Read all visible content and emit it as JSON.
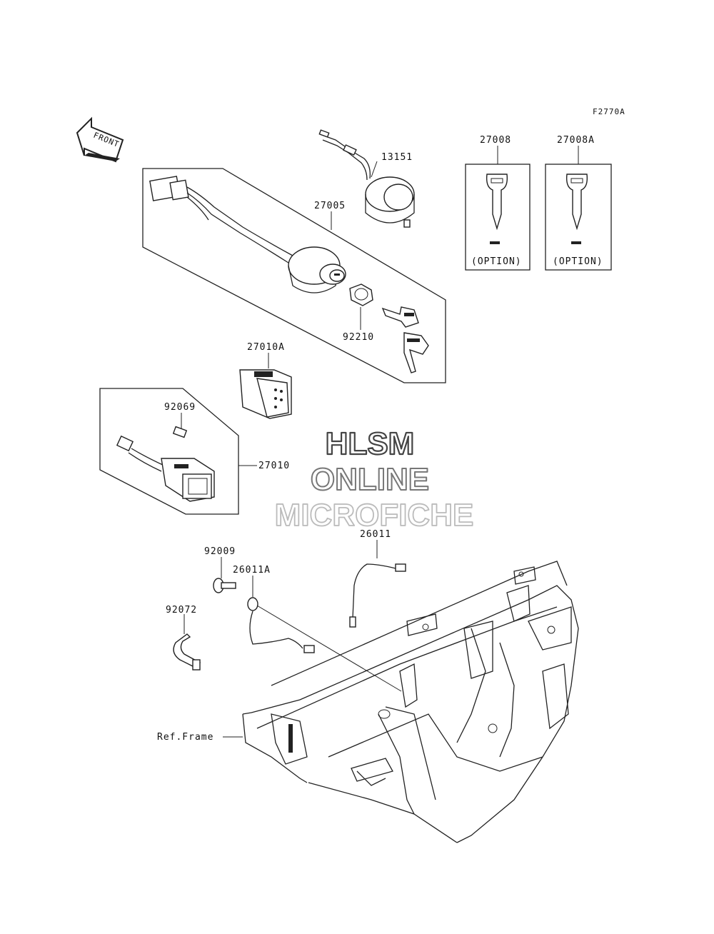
{
  "figure_code": "F2770A",
  "front_label": "FRONT",
  "watermark": {
    "line1": "HLSM",
    "line2": "ONLINE",
    "line3": "MICROFICHE"
  },
  "parts": {
    "p27005": "27005",
    "p13151": "13151",
    "p92210": "92210",
    "p27008": "27008",
    "p27008A": "27008A",
    "p27010A": "27010A",
    "p92069": "92069",
    "p27010": "27010",
    "p26011": "26011",
    "p92009": "92009",
    "p26011A": "26011A",
    "p92072": "92072",
    "ref_frame": "Ref.Frame"
  },
  "option_label": "(OPTION)"
}
